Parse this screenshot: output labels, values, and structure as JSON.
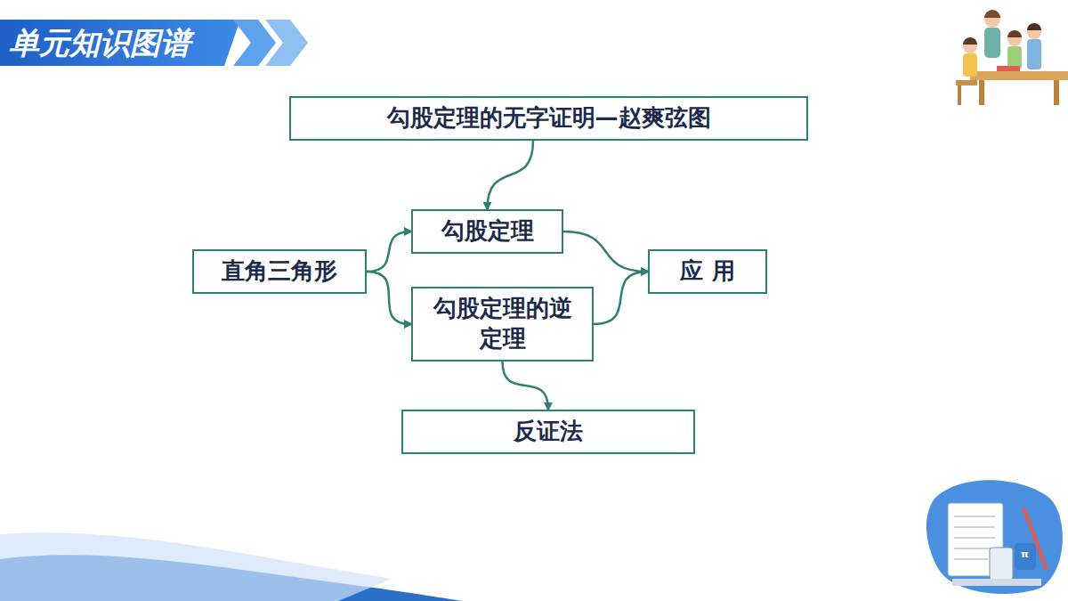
{
  "diagram": {
    "title": "单元知识图谱",
    "nodes": [
      {
        "text": [
          "勾股定理的无字证明—赵爽弦图"
        ]
      },
      {
        "text": [
          "勾股定理"
        ]
      },
      {
        "text": [
          "直角三角形"
        ]
      },
      {
        "text": [
          "勾股定理的逆定理"
        ]
      },
      {
        "text": [
          "应 用"
        ]
      },
      {
        "text": [
          "反证法"
        ]
      }
    ],
    "edges": [
      {
        "from": 0,
        "to": 1,
        "arrow": "to"
      },
      {
        "from": 2,
        "to": 1,
        "arrow": "to"
      },
      {
        "from": 2,
        "to": 3,
        "arrow": "to"
      },
      {
        "from": 1,
        "to": 4,
        "arrow": "to"
      },
      {
        "from": 3,
        "to": 4,
        "arrow": "to"
      },
      {
        "from": 3,
        "to": 5,
        "arrow": "to"
      }
    ],
    "labels": [
      "π"
    ]
  }
}
